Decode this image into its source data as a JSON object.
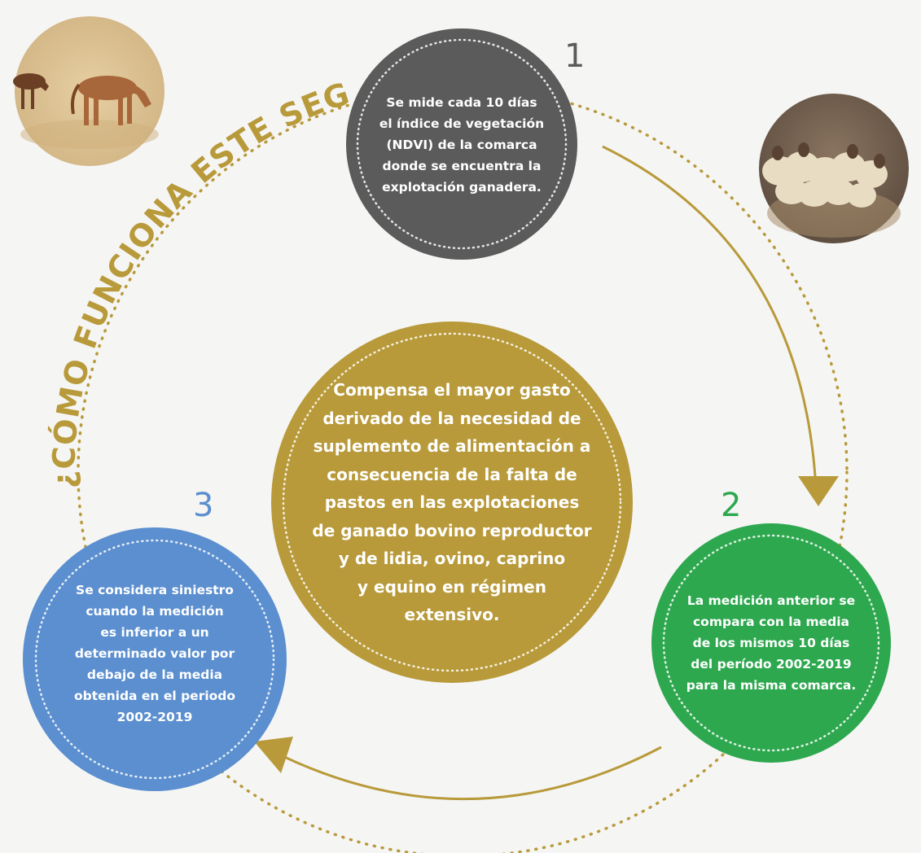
{
  "title": "¿CÓMO FUNCIONA ESTE SEGURO?",
  "colors": {
    "gold": "#b89a3a",
    "dark_gray": "#5b5b5b",
    "green": "#2ea84f",
    "blue": "#5b8fcf",
    "background": "#f5f5f4"
  },
  "center": {
    "lines": [
      "Compensa el mayor gasto",
      "derivado de la necesidad de",
      "suplemento de alimentación a",
      "consecuencia de la falta de",
      "pastos en las explotaciones",
      "de ganado bovino reproductor",
      "y de lidia, ovino, caprino",
      "y equino en régimen",
      "extensivo."
    ]
  },
  "steps": [
    {
      "number": "1",
      "color": "#5b5b5b",
      "lines": [
        "Se mide cada 10 días",
        "el índice de vegetación",
        "(NDVI) de la comarca",
        "donde se encuentra la",
        "explotación ganadera."
      ]
    },
    {
      "number": "2",
      "color": "#2ea84f",
      "lines": [
        "La medición anterior se",
        "compara con la media",
        "de los mismos 10 días",
        "del período 2002-2019",
        "para la misma comarca."
      ]
    },
    {
      "number": "3",
      "color": "#5b8fcf",
      "lines": [
        "Se considera siniestro",
        "cuando la medición",
        "es inferior a un",
        "determinado valor por",
        "debajo de la media",
        "obtenida en el periodo",
        "2002-2019"
      ]
    }
  ],
  "photos": [
    {
      "name": "horses-photo",
      "subject": "horses"
    },
    {
      "name": "sheep-photo",
      "subject": "sheep"
    }
  ]
}
